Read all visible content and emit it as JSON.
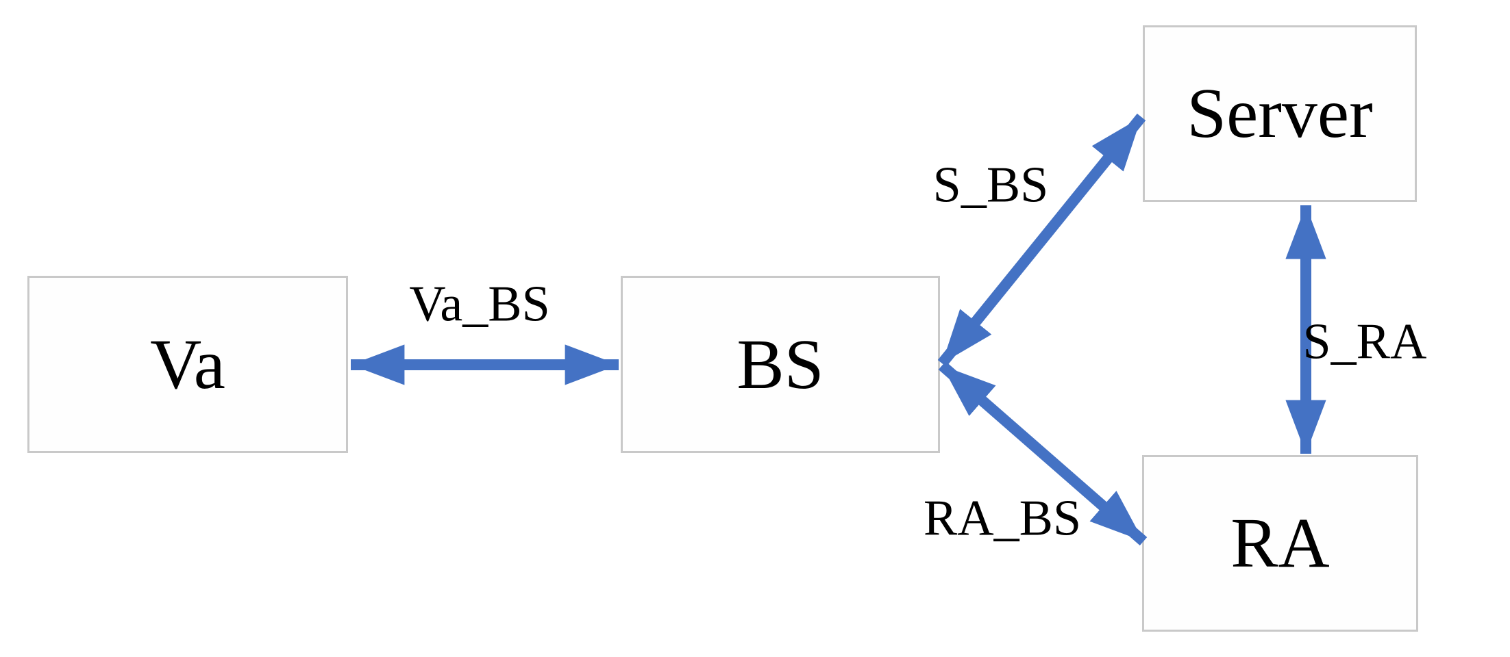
{
  "diagram": {
    "nodes": [
      {
        "id": "va",
        "label": "Va"
      },
      {
        "id": "bs",
        "label": "BS"
      },
      {
        "id": "server",
        "label": "Server"
      },
      {
        "id": "ra",
        "label": "RA"
      }
    ],
    "edges": [
      {
        "id": "va_bs",
        "label": "Va_BS",
        "from": "Va",
        "to": "BS",
        "style": "double-arrow"
      },
      {
        "id": "s_bs",
        "label": "S_BS",
        "from": "BS",
        "to": "Server",
        "style": "double-arrow"
      },
      {
        "id": "ra_bs",
        "label": "RA_BS",
        "from": "BS",
        "to": "RA",
        "style": "double-arrow"
      },
      {
        "id": "s_ra",
        "label": "S_RA",
        "from": "Server",
        "to": "RA",
        "style": "double-arrow"
      }
    ]
  },
  "colors": {
    "arrow_blue": "#4472C4",
    "box_border": "#C9C9C9",
    "box_fill": "#FEFEFE",
    "text_black": "#000000",
    "background": "#FFFFFF"
  }
}
